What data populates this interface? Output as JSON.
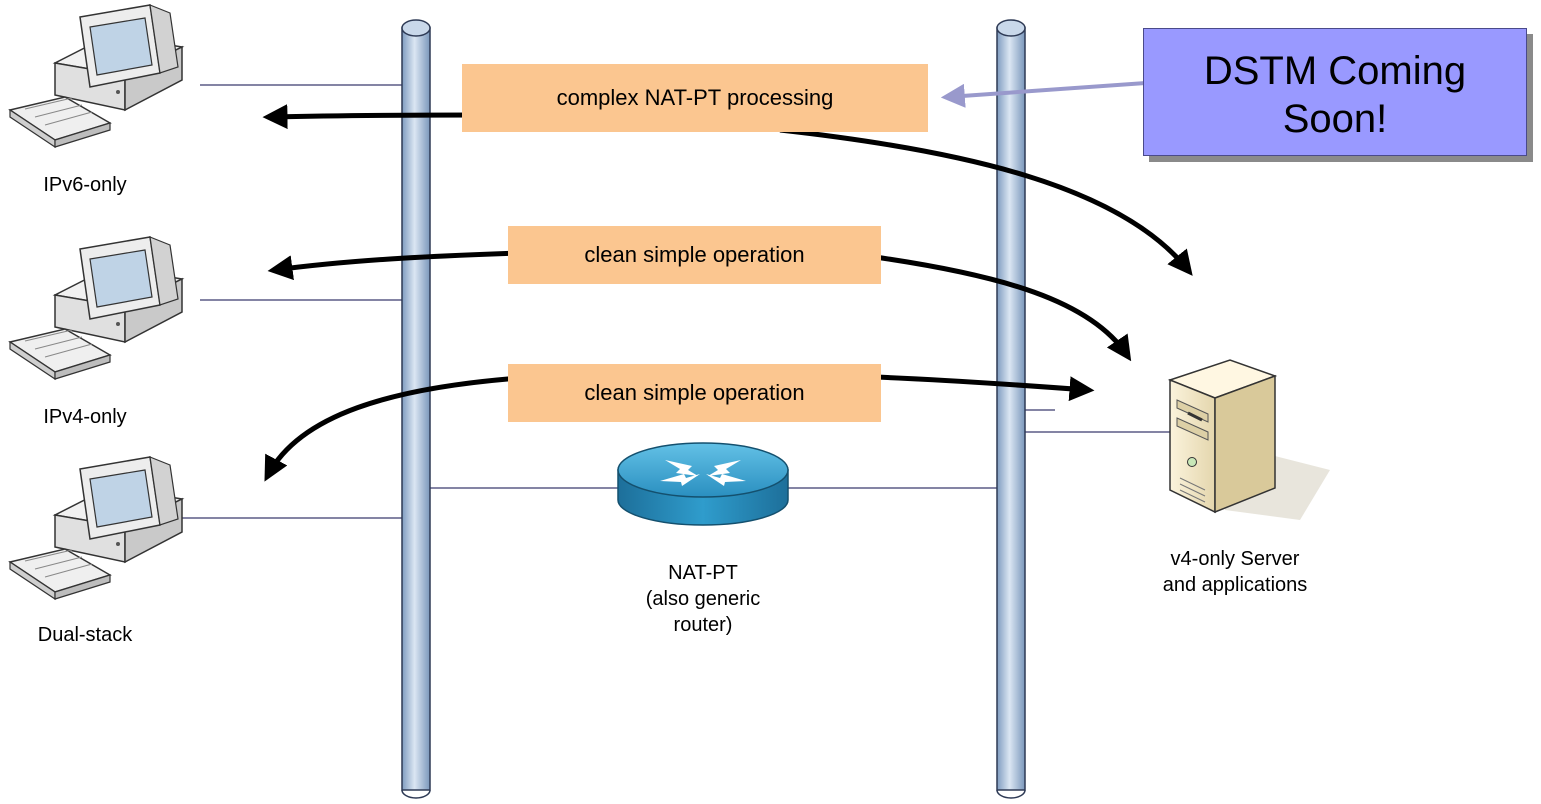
{
  "nodes": {
    "ipv6_only": "IPv6-only",
    "ipv4_only": "IPv4-only",
    "dual_stack": "Dual-stack",
    "router_line1": "NAT-PT",
    "router_line2": "(also generic",
    "router_line3": "router)",
    "server_line1": "v4-only Server",
    "server_line2": "and applications"
  },
  "operations": {
    "top": "complex NAT-PT processing",
    "middle": "clean simple operation",
    "bottom": "clean simple operation"
  },
  "callout": {
    "line1": "DSTM Coming",
    "line2": "Soon!"
  },
  "colors": {
    "operation_box": "#fbc690",
    "callout_fill": "#9999ff",
    "network_pipe": "#a9bfd8",
    "link_line": "#3a3a6e",
    "router": "#2f8fbf"
  }
}
